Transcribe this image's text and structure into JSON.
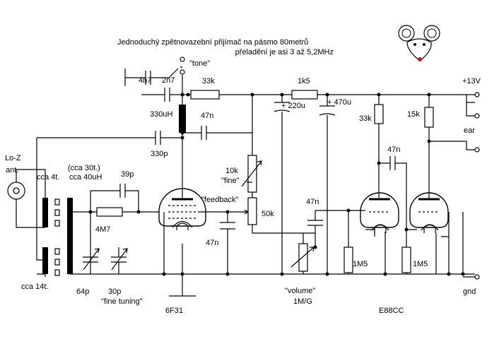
{
  "title": {
    "line1": "Jednoduchý zpětnovazební přijímač na  pásmo 80metrů",
    "line2": "přeladění je asi 3 až 5,2MHz"
  },
  "labels": {
    "cap_4n7": "4n7",
    "cap_2n7": "2n7",
    "tone": "\"tone\"",
    "res_33k_top": "33k",
    "res_1k5": "1k5",
    "supply": "+13V",
    "cap_220u": "+ 220u",
    "cap_470u": "+ 470u",
    "res_33k_plate": "33k",
    "res_15k": "15k",
    "ear": "ear",
    "ind_330uh": "330uH",
    "cap_47n_top": "47n",
    "cap_330p": "330p",
    "ant_line1": "Lo-Z",
    "ant_line2": "ant.",
    "coil_4t": "cca 4t.",
    "coil_30t_line1": "(cca 30t.)",
    "coil_30t_line2": "cca 40uH",
    "cap_39p": "39p",
    "res_10k": "10k",
    "fine": "\"fine\"",
    "feedback": "\"feedback\"",
    "pot_50k": "50k",
    "cap_47n_mid": "47n",
    "cap_47n_coupling": "47n",
    "res_4m7": "4M7",
    "cap_47n_cathode": "47n",
    "res_1m5_a": "1M5",
    "res_1m5_b": "1M5",
    "coil_14t": "cca 14t.",
    "cap_64p": "64p",
    "cap_30p": "30p",
    "fine_tuning": "\"fine tuning\"",
    "volume": "\"volume\"",
    "volume_value": "1M/G",
    "gnd": "gnd",
    "tube_6f31": "6F31",
    "tube_e88cc": "E88CC"
  }
}
